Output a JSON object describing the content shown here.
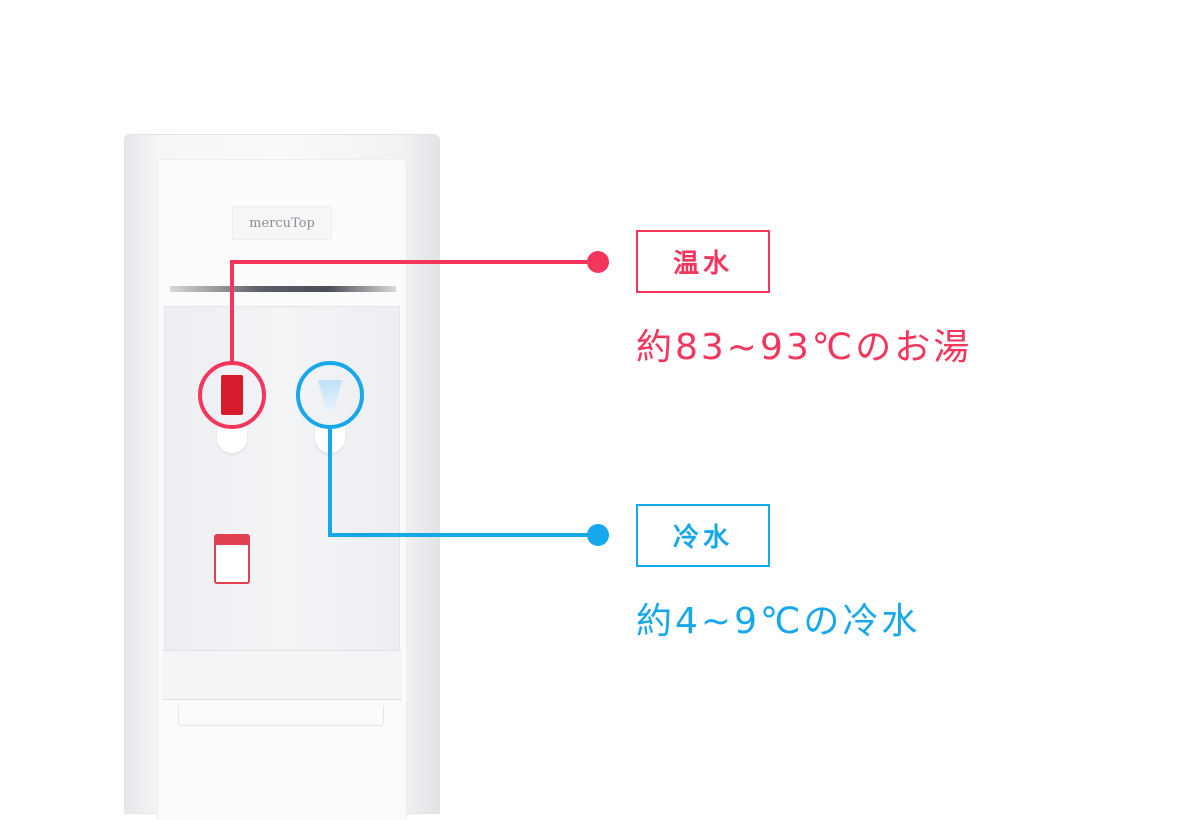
{
  "colors": {
    "hot": "#f4365c",
    "cold": "#17a8ec"
  },
  "product": {
    "logo": "mercuTop"
  },
  "hot": {
    "label": "温水",
    "description": "約83~93℃のお湯"
  },
  "cold": {
    "label": "冷水",
    "description": "約4~9℃の冷水"
  }
}
